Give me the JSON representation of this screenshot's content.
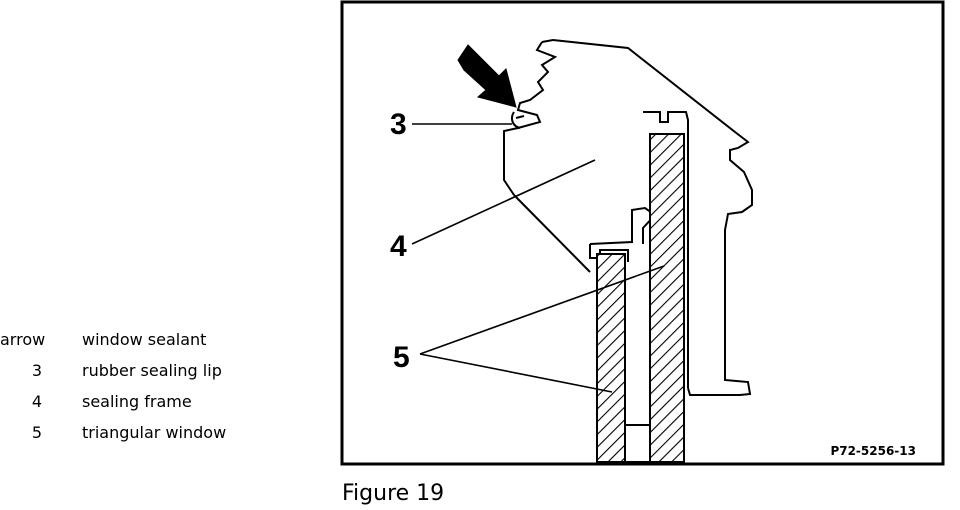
{
  "legend": {
    "items": [
      {
        "key": "arrow",
        "text": "window sealant"
      },
      {
        "key": "3",
        "text": "rubber sealing lip"
      },
      {
        "key": "4",
        "text": "sealing frame"
      },
      {
        "key": "5",
        "text": "triangular window"
      }
    ]
  },
  "diagram": {
    "callouts": {
      "c3": "3",
      "c4": "4",
      "c5": "5"
    },
    "reference": "P72-5256-13"
  },
  "caption": "Figure 19",
  "colors": {
    "ink": "#000000",
    "paper": "#ffffff"
  }
}
